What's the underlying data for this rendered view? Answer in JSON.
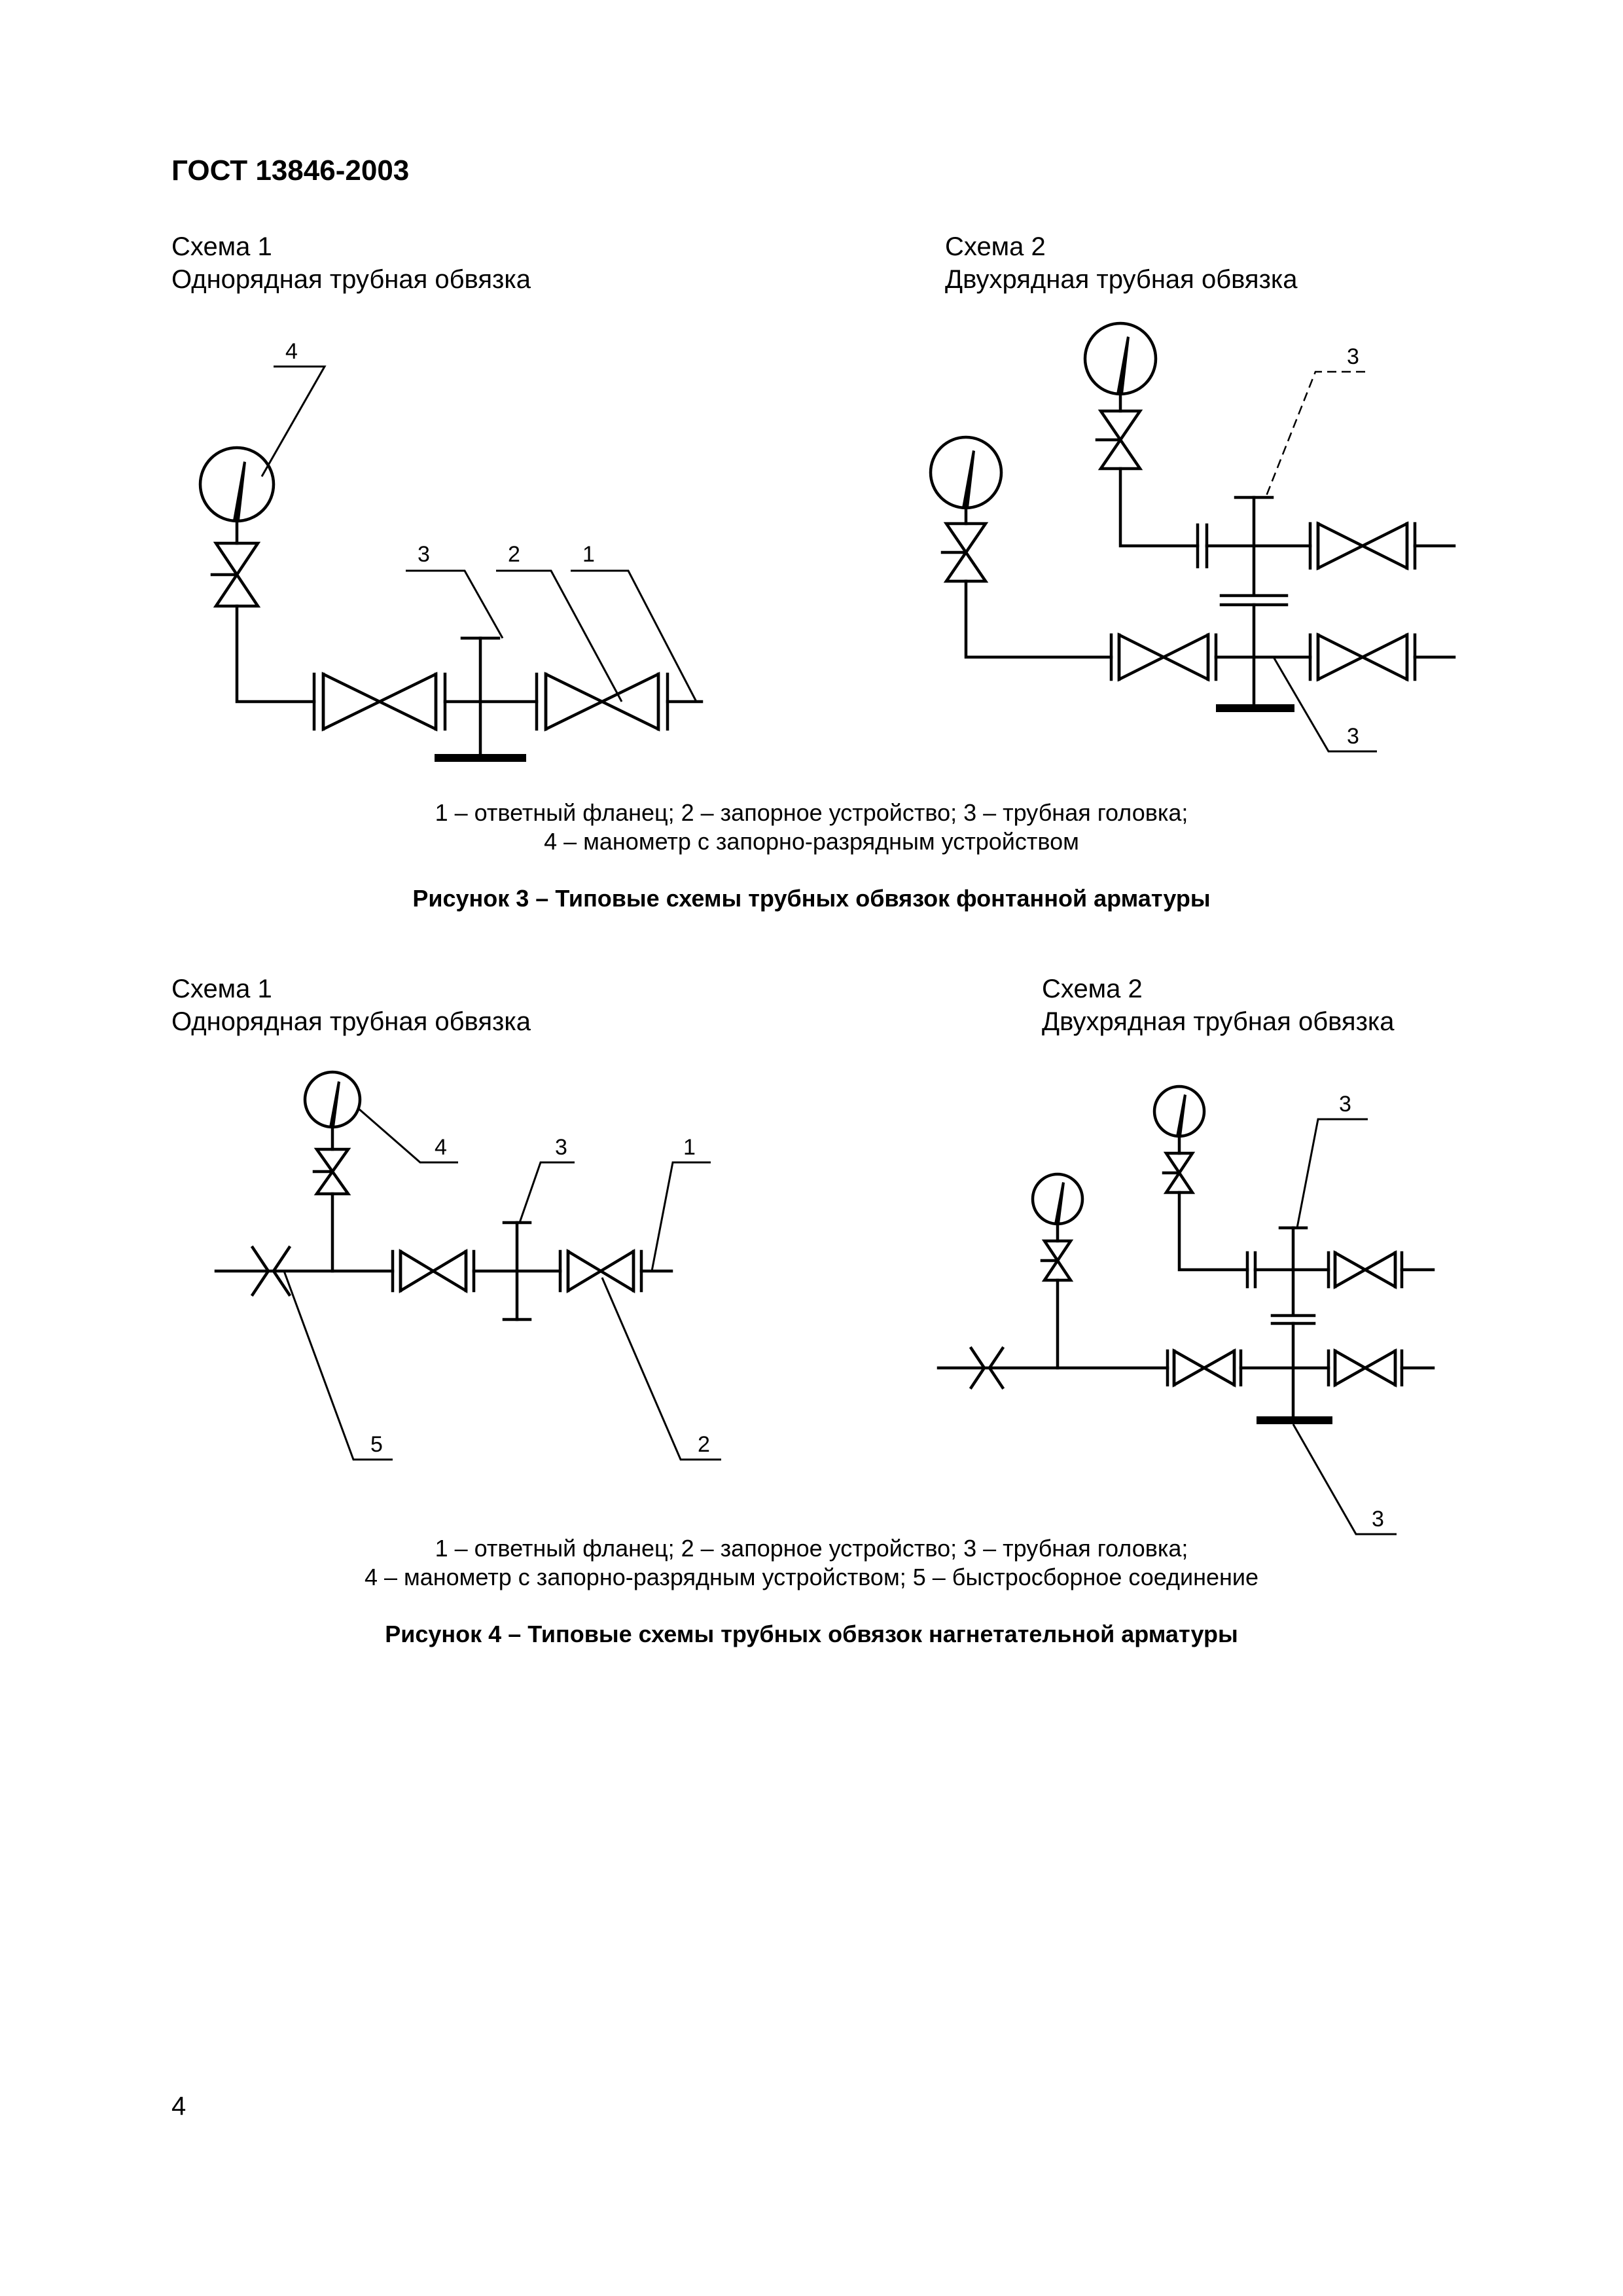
{
  "header": {
    "doc_code": "ГОСТ 13846-2003"
  },
  "figure3": {
    "scheme1": {
      "title": "Схема 1",
      "subtitle": "Однорядная трубная обвязка",
      "callouts": {
        "n4": "4",
        "n3": "3",
        "n2": "2",
        "n1": "1"
      }
    },
    "scheme2": {
      "title": "Схема 2",
      "subtitle": "Двухрядная трубная обвязка",
      "callouts": {
        "top3": "3",
        "bottom3": "3"
      }
    },
    "legend_line1": "1 – ответный фланец; 2 – запорное устройство; 3 – трубная головка;",
    "legend_line2": "4 – манометр с запорно-разрядным устройством",
    "caption": "Рисунок 3 – Типовые схемы трубных обвязок фонтанной арматуры"
  },
  "figure4": {
    "scheme1": {
      "title": "Схема 1",
      "subtitle": "Однорядная трубная обвязка",
      "callouts": {
        "n4": "4",
        "n3": "3",
        "n1": "1",
        "n5": "5",
        "n2": "2"
      }
    },
    "scheme2": {
      "title": "Схема 2",
      "subtitle": "Двухрядная трубная обвязка",
      "callouts": {
        "top3": "3",
        "bottom3": "3"
      }
    },
    "legend_line1": "1 – ответный фланец; 2 – запорное устройство; 3 – трубная головка;",
    "legend_line2": "4 – манометр с запорно-разрядным устройством; 5 – быстросборное соединение",
    "caption": "Рисунок 4 – Типовые схемы трубных обвязок нагнетательной арматуры"
  },
  "footer": {
    "page_number": "4"
  }
}
